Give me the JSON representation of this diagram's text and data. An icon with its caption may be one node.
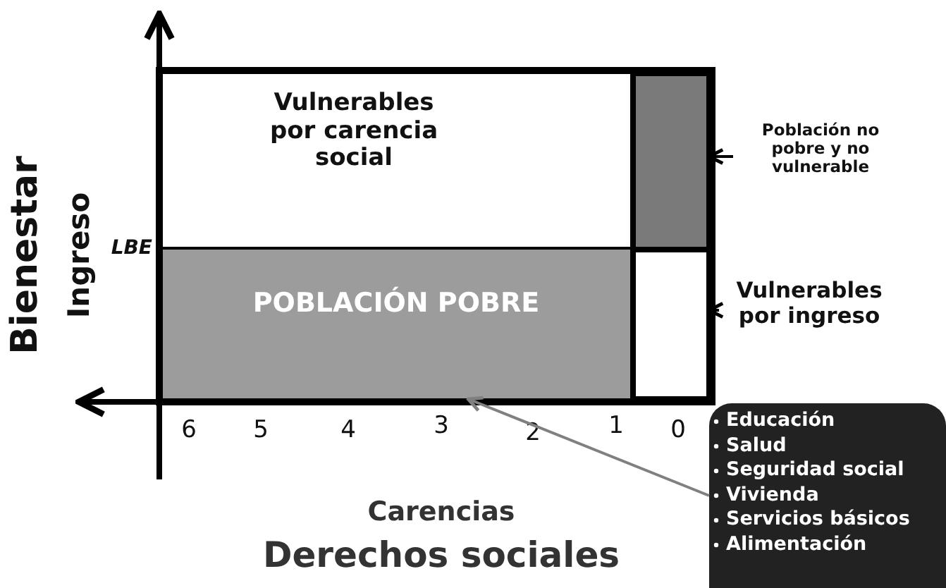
{
  "diagram": {
    "nodes": [
      {
        "text": [
          "Vulnerables por carencia social"
        ]
      },
      {
        "text": [],
        "shape": "box"
      },
      {
        "text": [
          "POBLACIÓN POBRE"
        ]
      },
      {
        "text": [],
        "shape": "box"
      },
      {
        "text": [
          "Población no pobre y no vulnerable"
        ]
      },
      {
        "text": [
          "Vulnerables por ingreso"
        ]
      },
      {
        "text": [
          "Educación",
          "Salud",
          "Seguridad social",
          "Vivienda",
          "Servicios básicos",
          "Alimentación"
        ]
      }
    ],
    "edges": [
      {
        "from": 4,
        "to": 1,
        "arrow": "to"
      },
      {
        "from": 5,
        "to": 3,
        "arrow": "to"
      },
      {
        "from": 6,
        "to": 2,
        "arrow": "to",
        "color": "#808080"
      }
    ],
    "labels": [
      "Bienestar",
      "Ingreso",
      "LBE",
      "6",
      "5",
      "4",
      "3",
      "2",
      "1",
      "0",
      "Carencias",
      "Derechos sociales"
    ]
  }
}
